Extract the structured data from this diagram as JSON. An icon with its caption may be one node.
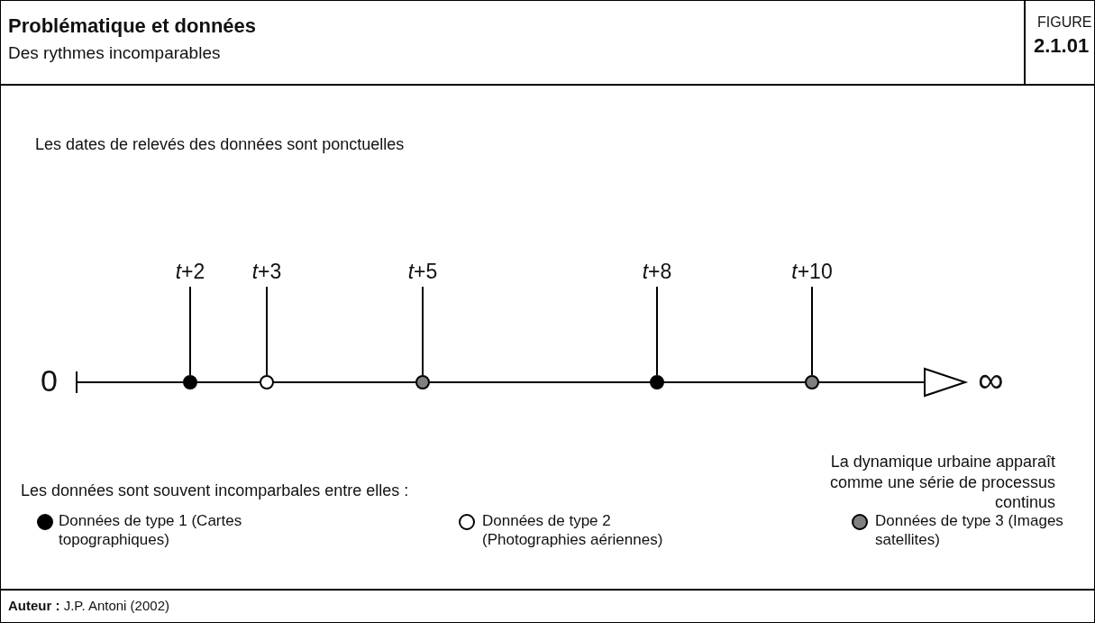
{
  "diagram": {
    "title": "Problématique et données",
    "caption": "**Auteur :** J.P. Antoni (2002)",
    "nodes": [
      {
        "text": [
          "*t*+2"
        ]
      },
      {
        "text": [
          "*t*+3"
        ]
      },
      {
        "text": [
          "*t*+5"
        ]
      },
      {
        "text": [
          "*t*+8"
        ]
      },
      {
        "text": [
          "*t*+10"
        ]
      },
      {
        "text": [],
        "shape": "circle"
      },
      {
        "text": [],
        "shape": "circle"
      },
      {
        "text": [],
        "shape": "circle"
      },
      {
        "text": [],
        "shape": "circle"
      },
      {
        "text": [],
        "shape": "circle"
      }
    ],
    "edges": [
      {
        "from": 0,
        "to": 5,
        "arrow": "none"
      },
      {
        "from": 1,
        "to": 6,
        "arrow": "none"
      },
      {
        "from": 2,
        "to": 7,
        "arrow": "none"
      },
      {
        "from": 3,
        "to": 8,
        "arrow": "none"
      },
      {
        "from": 4,
        "to": 9,
        "arrow": "none"
      }
    ],
    "labels": [
      "Des rythmes incomparables",
      "FIGURE",
      "2.1.01",
      "Les dates de relevés des données sont ponctuelles",
      "0",
      "∞",
      "La dynamique urbaine apparaît comme une série de processus continus",
      "Les données sont souvent incomparbales entre elles :"
    ],
    "legend": [
      {
        "text": "Données de type 1 (Cartes topographiques)",
        "color": "#000000"
      },
      {
        "text": "Données de type 2 (Photographies aériennes)",
        "color": "#ffffff"
      },
      {
        "text": "Données de type 3 (Images satellites)",
        "color": "#808080"
      }
    ]
  }
}
